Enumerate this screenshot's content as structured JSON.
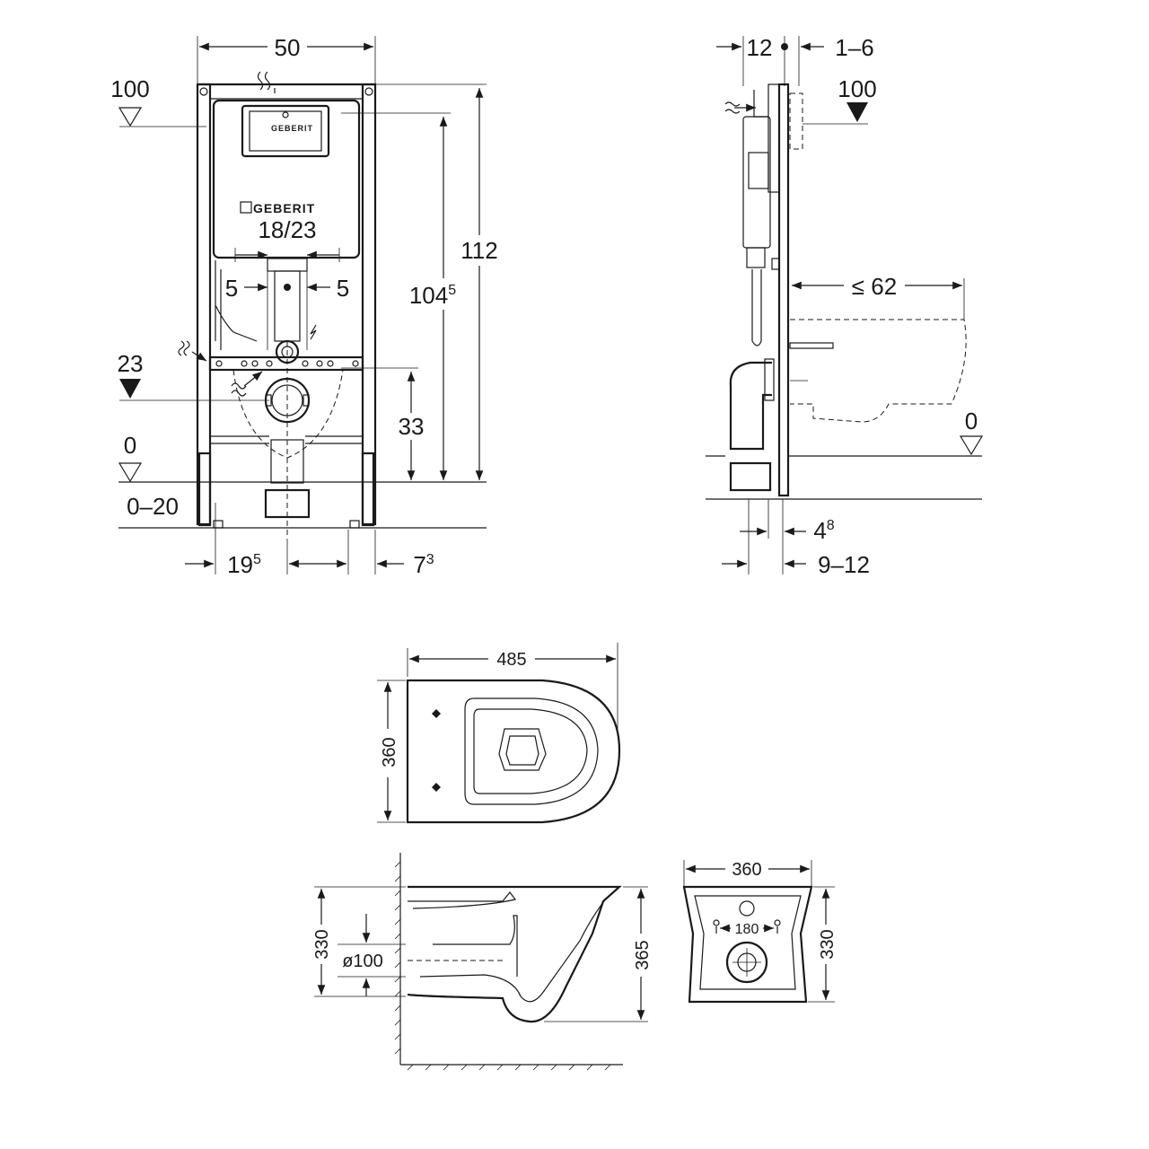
{
  "frame_front": {
    "width": "50",
    "level_top": "100",
    "level_mid": "23",
    "level_floor": "0",
    "floor_range": "0–20",
    "brand": "GEBERIT",
    "drain_width": "18/23",
    "offset_left": "5",
    "offset_right": "5",
    "height_total": "112",
    "height_frame": "104",
    "height_frame_sup": "5",
    "height_drain": "33",
    "foot_left": "19",
    "foot_left_sup": "5",
    "foot_right": "7",
    "foot_right_sup": "3"
  },
  "frame_side": {
    "depth_top": "12",
    "wall_gap": "1–6",
    "level_top": "100",
    "bowl_projection": "≤ 62",
    "level_floor": "0",
    "foot_depth": "4",
    "foot_depth_sup": "8",
    "wall_range": "9–12"
  },
  "bowl_top": {
    "length": "485",
    "width": "360"
  },
  "bowl_side": {
    "height_rim": "330",
    "outlet_dia": "ø100",
    "height_total": "365"
  },
  "bowl_back": {
    "width": "360",
    "fixing_spacing": "180",
    "height": "330"
  }
}
